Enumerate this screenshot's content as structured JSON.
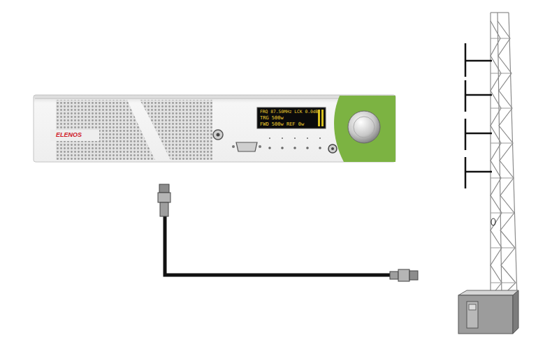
{
  "diagram": {
    "labels": [
      "ELENOS",
      "FRQ 87.50MHz LCK 0.0dB",
      "TRG 500w",
      "FWD 500w REF 0w"
    ]
  }
}
